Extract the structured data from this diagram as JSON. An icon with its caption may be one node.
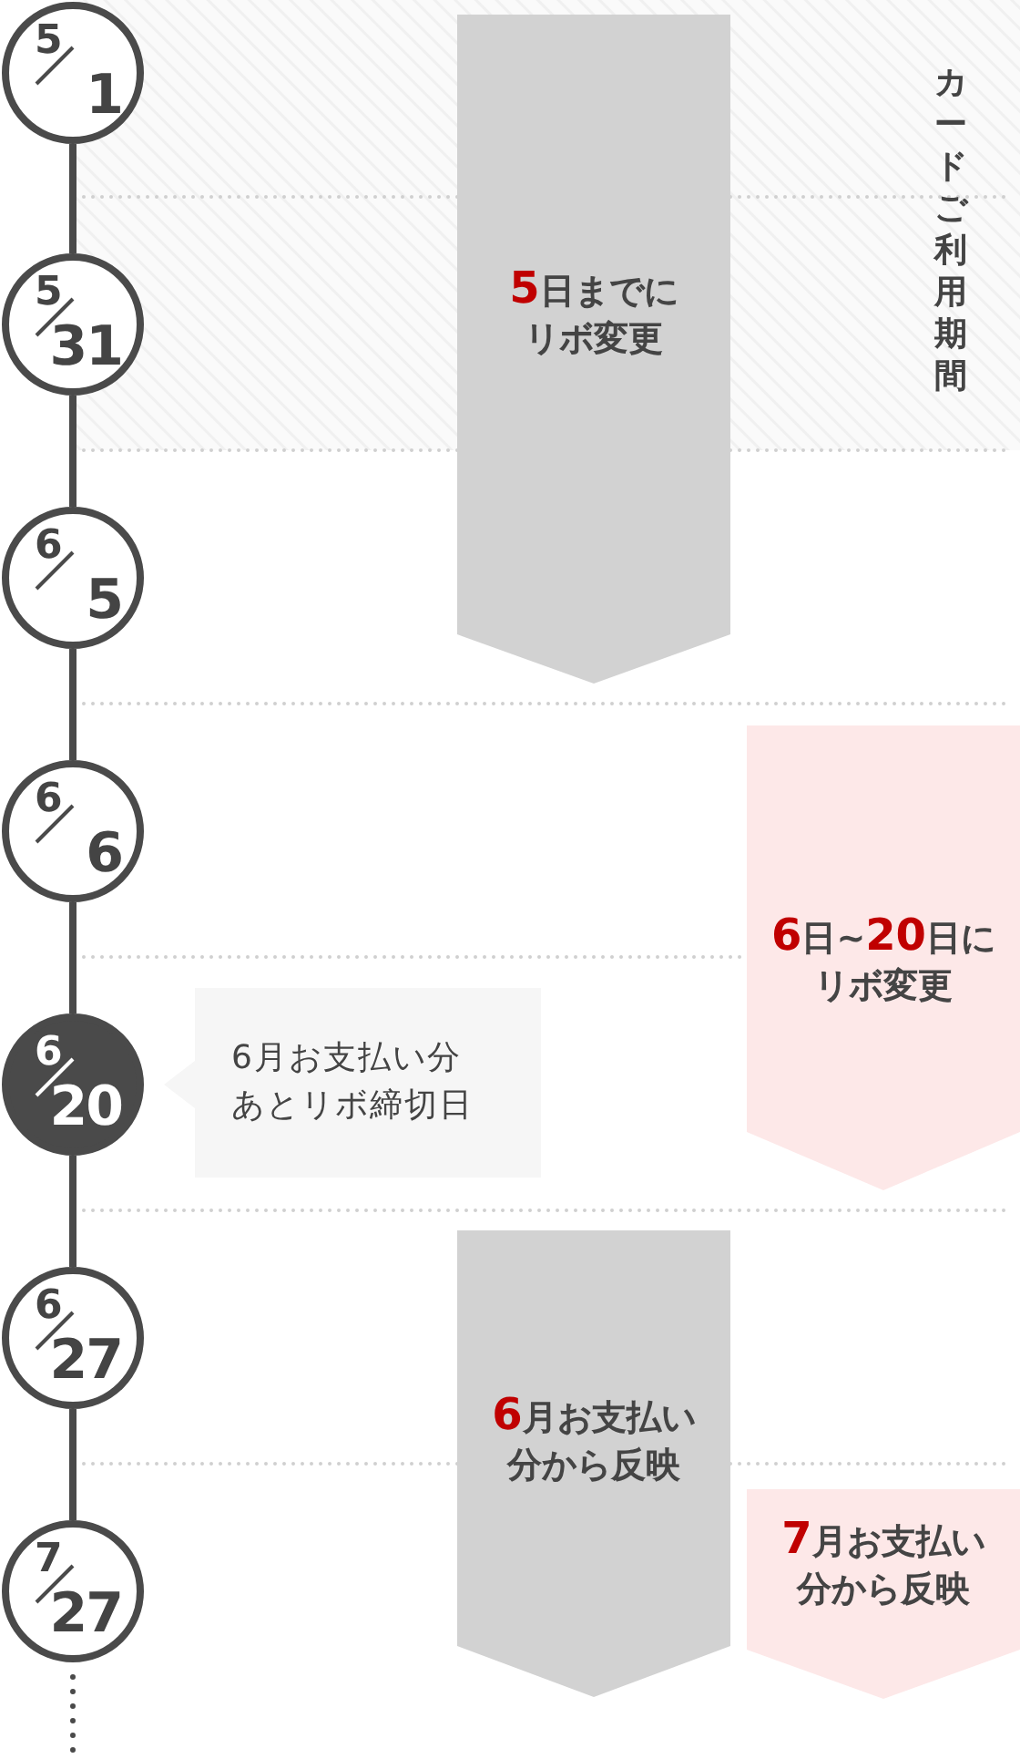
{
  "diagram": {
    "nodes": [
      {
        "text": [
          "5",
          "1"
        ]
      },
      {
        "text": [
          "5",
          "31"
        ]
      },
      {
        "text": [
          "6",
          "5"
        ]
      },
      {
        "text": [
          "6",
          "6"
        ]
      },
      {
        "text": [
          "6",
          "20"
        ]
      },
      {
        "text": [
          "6",
          "27"
        ]
      },
      {
        "text": [
          "7",
          "27"
        ]
      },
      {
        "text": [
          "**5**日までにリボ変更"
        ]
      },
      {
        "text": [
          "**6**日~**20**日にリボ変更"
        ]
      },
      {
        "text": [
          "6月お支払い分あとリボ締切日"
        ]
      },
      {
        "text": [
          "**6**月お支払い分から反映"
        ]
      },
      {
        "text": [
          "**7**月お支払い分から反映"
        ]
      }
    ],
    "edges": [
      {
        "from": 0,
        "to": 1,
        "arrow": "none"
      },
      {
        "from": 1,
        "to": 2,
        "arrow": "none"
      },
      {
        "from": 2,
        "to": 3,
        "arrow": "none"
      },
      {
        "from": 3,
        "to": 4,
        "arrow": "none"
      },
      {
        "from": 4,
        "to": 5,
        "arrow": "none"
      },
      {
        "from": 5,
        "to": 6,
        "arrow": "none"
      },
      {
        "from": 6,
        "to": null,
        "arrow": "none",
        "style": "dashed"
      }
    ],
    "labels": [
      "カードご利用期間"
    ]
  }
}
